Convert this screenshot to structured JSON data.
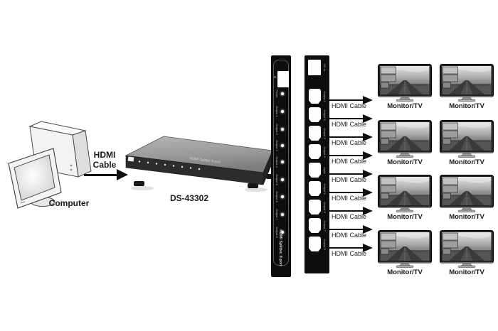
{
  "computer": {
    "label": "Computer"
  },
  "source_cable": {
    "line1": "HDMI",
    "line2": "Cable"
  },
  "splitter": {
    "model": "DS-43302",
    "printed_text": "HDMI Splitter 8 port"
  },
  "front_panel": {
    "leds": [
      "Power",
      "Output 1",
      "Output 2",
      "Output 3",
      "Output 4",
      "Output 5",
      "Output 6",
      "Output 7",
      "Output 8"
    ],
    "caption": "HDMI Splitter, 8 port"
  },
  "back_panel": {
    "power_port_label": "DC in",
    "port_labels": [
      "Output 1",
      "Output 2",
      "Output 3",
      "Output 4",
      "Input",
      "Output 5",
      "Output 6",
      "Output 7",
      "Output 8"
    ]
  },
  "cable_labels": [
    "HDMI Cable",
    "HDMI Cable",
    "HDMI Cable",
    "HDMI Cable",
    "HDMI Cable",
    "HDMI Cable",
    "HDMI Cable",
    "HDMI Cable",
    "HDMI Cable"
  ],
  "monitor_labels": [
    "Monitor/TV",
    "Monitor/TV",
    "Monitor/TV",
    "Monitor/TV",
    "Monitor/TV",
    "Monitor/TV",
    "Monitor/TV",
    "Monitor/TV"
  ],
  "colors": {
    "background": "#ffffff",
    "panel": "#0d0d0d",
    "arrow": "#111111"
  }
}
